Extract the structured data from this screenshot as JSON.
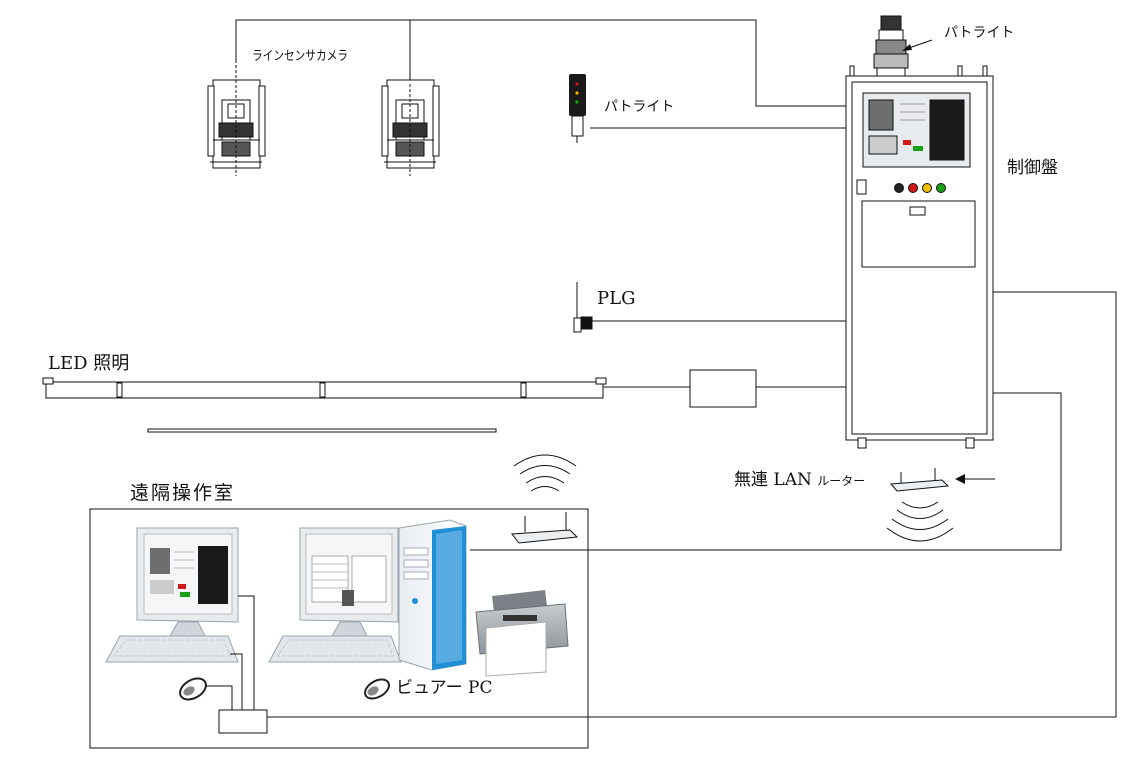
{
  "labels": {
    "line_camera": "ラインセンサカメラ",
    "patlite_top": "パトライト",
    "patlite_mid": "パトライト",
    "control_panel": "制御盤",
    "plg": "PLG",
    "led_lighting": "LED 照明",
    "wireless_router_prefix": "無連 LAN",
    "wireless_router_suffix": "ルーター",
    "remote_room": "遠隔操作室",
    "viewer_pc": "ビュアー PC"
  },
  "colors": {
    "line": "#111111",
    "pc_blue": "#1f8fd6",
    "lamp_black": "#222222",
    "lamp_red": "#d01818",
    "lamp_yellow": "#f0c000",
    "lamp_green": "#18a018",
    "screen_bg": "#eef2f6"
  },
  "icons": {
    "camera": "line-sensor-camera-icon",
    "patlite": "patlite-signal-tower-icon",
    "plg": "pulse-generator-icon",
    "router": "wireless-router-icon",
    "mouse": "mouse-icon",
    "printer": "printer-icon",
    "monitor": "monitor-icon",
    "tower": "pc-tower-icon"
  }
}
